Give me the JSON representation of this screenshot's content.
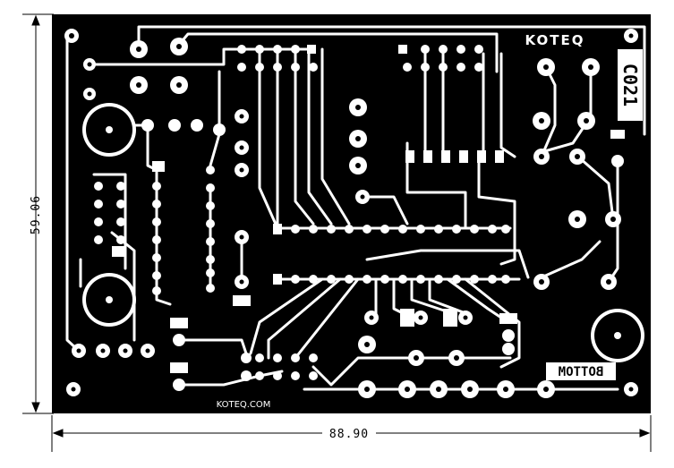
{
  "dimensions": {
    "height_label": "59.06",
    "width_label": "88.90"
  },
  "labels": {
    "brand_top": "KOTEQ",
    "brand_bottom": "KOTEQ.COM",
    "board_code": "C021",
    "side": "BOTTOM"
  },
  "colors": {
    "board": "#000000",
    "copper": "#ffffff"
  }
}
